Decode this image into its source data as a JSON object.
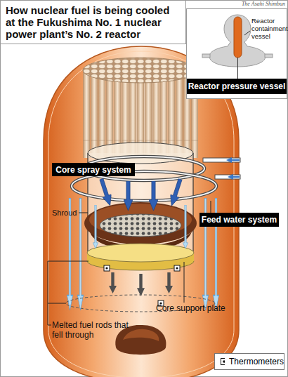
{
  "diagram": {
    "title": "How nuclear fuel is being cooled at the Fukushima No. 1 nuclear power plant’s No. 2 reactor",
    "nodes": [
      {
        "text": [
          "Reactor pressure vessel"
        ]
      },
      {
        "text": [
          "Core spray system"
        ]
      },
      {
        "text": [
          "Feed water system"
        ]
      }
    ],
    "labels": [
      "The Asahi Shimbun",
      "Reactor containment vessel",
      "Shroud",
      "Core support plate",
      "Melted fuel rods that fell through"
    ],
    "legend": [
      {
        "text": "Thermometers"
      }
    ]
  }
}
